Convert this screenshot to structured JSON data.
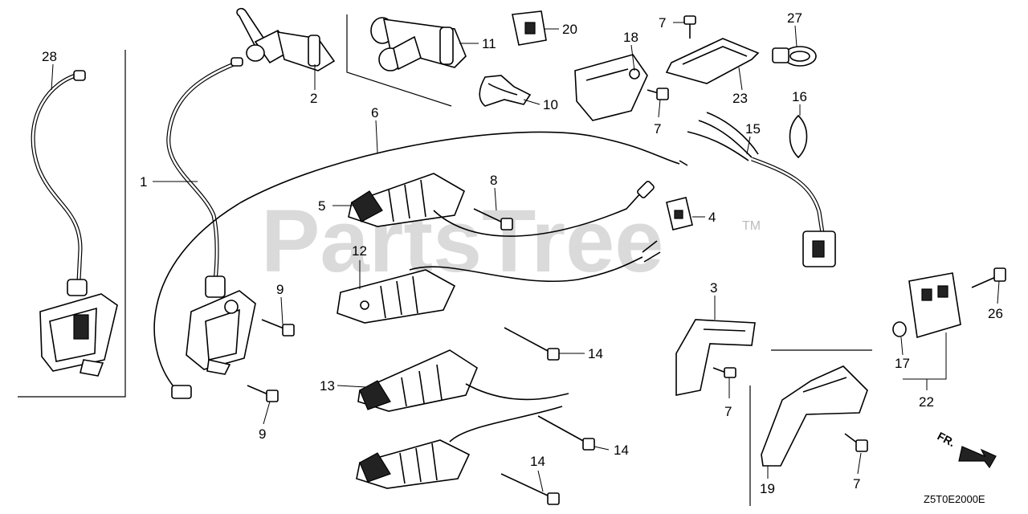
{
  "diagram": {
    "watermark": "PartsTree",
    "trademark": "TM",
    "diagram_code": "Z5T0E2000E",
    "direction_label": "FR.",
    "callouts": [
      "28",
      "1",
      "2",
      "11",
      "20",
      "10",
      "18",
      "7",
      "27",
      "23",
      "16",
      "6",
      "7",
      "15",
      "8",
      "5",
      "4",
      "12",
      "9",
      "3",
      "14",
      "13",
      "9",
      "7",
      "14",
      "14",
      "17",
      "22",
      "26",
      "19",
      "7"
    ]
  }
}
